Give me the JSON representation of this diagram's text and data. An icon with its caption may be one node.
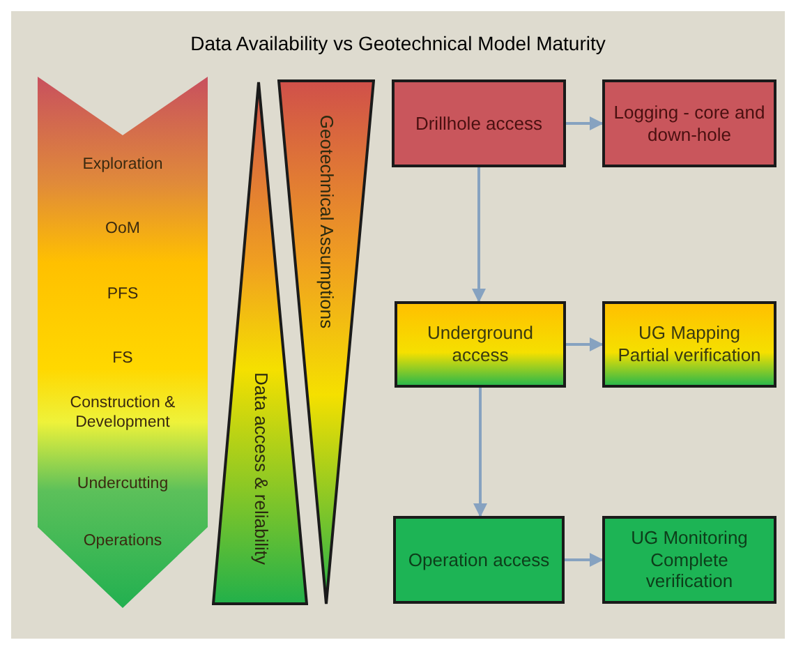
{
  "diagram": {
    "title": "Data Availability vs Geotechnical Model Maturity",
    "nodes": [
      {
        "text": [
          "Exploration",
          "OoM",
          "PFS",
          "FS",
          "Construction & Development",
          "Undercutting",
          "Operations"
        ]
      },
      {
        "text": [
          "Data access & reliability"
        ]
      },
      {
        "text": [
          "Geotechnical Assumptions"
        ]
      },
      {
        "text": [
          "Drillhole access"
        ]
      },
      {
        "text": [
          "Logging - core and down-hole"
        ]
      },
      {
        "text": [
          "Underground access"
        ]
      },
      {
        "text": [
          "UG Mapping Partial verification"
        ]
      },
      {
        "text": [
          "Operation access"
        ]
      },
      {
        "text": [
          "UG Monitoring Complete verification"
        ]
      }
    ],
    "edges": [
      {
        "from": 3,
        "to": 4,
        "arrow": "to"
      },
      {
        "from": 3,
        "to": 5,
        "arrow": "to"
      },
      {
        "from": 5,
        "to": 6,
        "arrow": "to"
      },
      {
        "from": 5,
        "to": 7,
        "arrow": "to"
      },
      {
        "from": 7,
        "to": 8,
        "arrow": "to"
      }
    ]
  }
}
